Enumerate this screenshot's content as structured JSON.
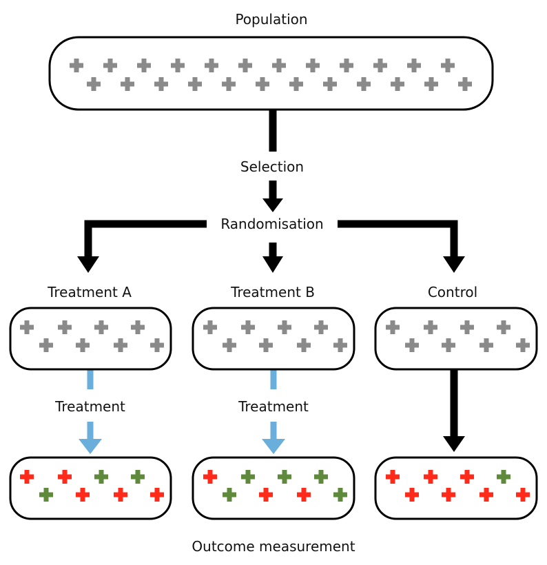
{
  "labels": {
    "population": "Population",
    "selection": "Selection",
    "randomisation": "Randomisation",
    "treatment_a": "Treatment A",
    "treatment_b": "Treatment B",
    "control": "Control",
    "treatment_step_a": "Treatment",
    "treatment_step_b": "Treatment",
    "outcome": "Outcome measurement"
  },
  "colors": {
    "neutral": "#8a8a8a",
    "negative": "#ff2a1a",
    "positive": "#5f8a3c",
    "arrow_black": "#000000",
    "arrow_treatment": "#6aaedc",
    "box_stroke": "#000000"
  },
  "groups": {
    "treatment_a_outcome": [
      "negative",
      "positive",
      "negative",
      "negative",
      "positive",
      "negative",
      "positive",
      "negative"
    ],
    "treatment_b_outcome": [
      "negative",
      "positive",
      "positive",
      "negative",
      "positive",
      "negative",
      "positive",
      "positive"
    ],
    "control_outcome": [
      "negative",
      "negative",
      "negative",
      "negative",
      "negative",
      "negative",
      "positive",
      "negative"
    ]
  }
}
